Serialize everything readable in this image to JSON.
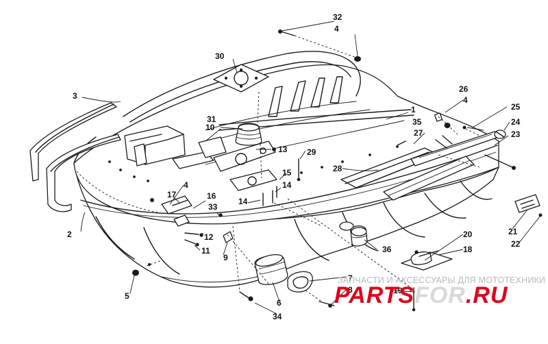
{
  "diagram": {
    "callouts": [
      {
        "id": "c1",
        "label": "1"
      },
      {
        "id": "c2",
        "label": "2"
      },
      {
        "id": "c3",
        "label": "3"
      },
      {
        "id": "c4a",
        "label": "4"
      },
      {
        "id": "c4b",
        "label": "4"
      },
      {
        "id": "c4c",
        "label": "4"
      },
      {
        "id": "c5",
        "label": "5"
      },
      {
        "id": "c6",
        "label": "6"
      },
      {
        "id": "c7",
        "label": "7"
      },
      {
        "id": "c8",
        "label": "8"
      },
      {
        "id": "c9",
        "label": "9"
      },
      {
        "id": "c10",
        "label": "10"
      },
      {
        "id": "c11",
        "label": "11"
      },
      {
        "id": "c12",
        "label": "12"
      },
      {
        "id": "c13",
        "label": "13"
      },
      {
        "id": "c14a",
        "label": "14"
      },
      {
        "id": "c14b",
        "label": "14"
      },
      {
        "id": "c15",
        "label": "15"
      },
      {
        "id": "c16",
        "label": "16"
      },
      {
        "id": "c17",
        "label": "17"
      },
      {
        "id": "c18",
        "label": "18"
      },
      {
        "id": "c19",
        "label": "19"
      },
      {
        "id": "c20",
        "label": "20"
      },
      {
        "id": "c21",
        "label": "21"
      },
      {
        "id": "c22",
        "label": "22"
      },
      {
        "id": "c23",
        "label": "23"
      },
      {
        "id": "c24",
        "label": "24"
      },
      {
        "id": "c25",
        "label": "25"
      },
      {
        "id": "c26",
        "label": "26"
      },
      {
        "id": "c27",
        "label": "27"
      },
      {
        "id": "c28",
        "label": "28"
      },
      {
        "id": "c29",
        "label": "29"
      },
      {
        "id": "c30",
        "label": "30"
      },
      {
        "id": "c31",
        "label": "31"
      },
      {
        "id": "c32",
        "label": "32"
      },
      {
        "id": "c33",
        "label": "33"
      },
      {
        "id": "c34",
        "label": "34"
      },
      {
        "id": "c35",
        "label": "35"
      },
      {
        "id": "c36",
        "label": "36"
      }
    ]
  },
  "watermark": {
    "tagline": "ЗАПЧАСТИ И АКСЕССУАРЫ ДЛЯ МОТОТЕХНИКИ",
    "logo_main": "PARTS",
    "logo_sep": "FOR",
    "logo_tld": ".RU"
  }
}
